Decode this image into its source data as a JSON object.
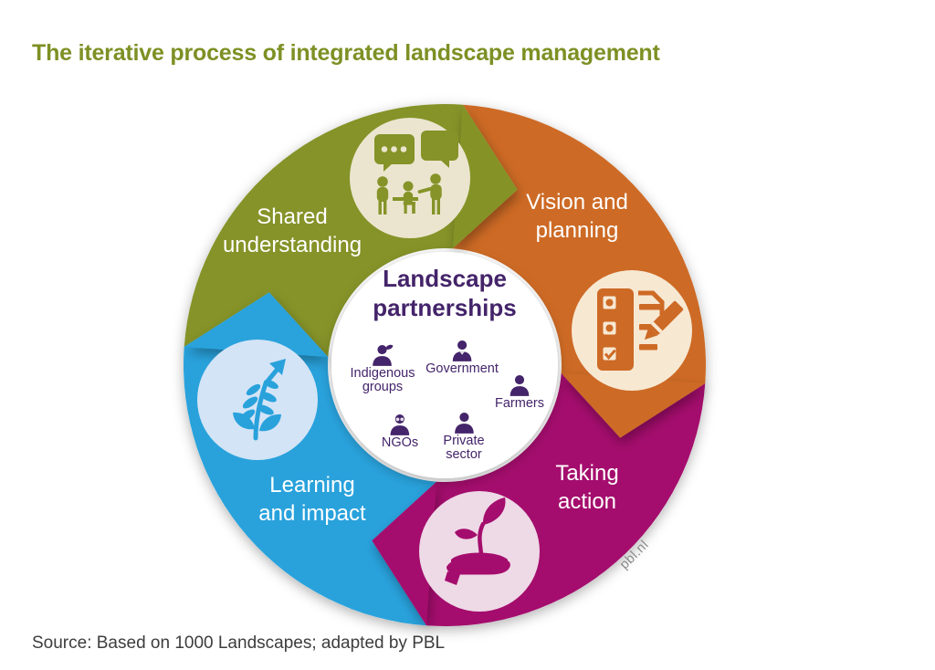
{
  "title": "The iterative process of integrated landscape management",
  "colors": {
    "title_green": "#7d9024",
    "green": "#859328",
    "orange": "#cd6a25",
    "magenta": "#a40d6d",
    "blue": "#29a2dc",
    "green_light": "#ebe5cf",
    "orange_light": "#f7e8d2",
    "magenta_light": "#eed9e6",
    "blue_light": "#d3e4f6",
    "purple": "#44246a",
    "text_dark": "#3d3d3d",
    "watermark_gray": "#8a8a8a"
  },
  "wheel": {
    "segments": [
      {
        "name": "shared-understanding",
        "label_line1": "Shared",
        "label_line2": "understanding",
        "icon": "discussion-icon"
      },
      {
        "name": "vision-and-planning",
        "label_line1": "Vision and",
        "label_line2": "planning",
        "icon": "checklist-pencil-icon"
      },
      {
        "name": "taking-action",
        "label_line1": "Taking",
        "label_line2": "action",
        "icon": "hand-seedling-icon"
      },
      {
        "name": "learning-and-impact",
        "label_line1": "Learning",
        "label_line2": "and impact",
        "icon": "growth-arrow-icon"
      }
    ],
    "center": {
      "title_line1": "Landscape",
      "title_line2": "partnerships",
      "stakeholders": [
        {
          "label_line1": "Indigenous",
          "label_line2": "groups",
          "icon": "indigenous-person-icon"
        },
        {
          "label_line1": "Government",
          "label_line2": "",
          "icon": "government-person-icon"
        },
        {
          "label_line1": "Farmers",
          "label_line2": "",
          "icon": "farmer-person-icon"
        },
        {
          "label_line1": "NGOs",
          "label_line2": "",
          "icon": "ngo-person-icon"
        },
        {
          "label_line1": "Private",
          "label_line2": "sector",
          "icon": "private-sector-person-icon"
        }
      ]
    }
  },
  "watermark": "pbl.nl",
  "source": "Source: Based on 1000 Landscapes; adapted by PBL"
}
